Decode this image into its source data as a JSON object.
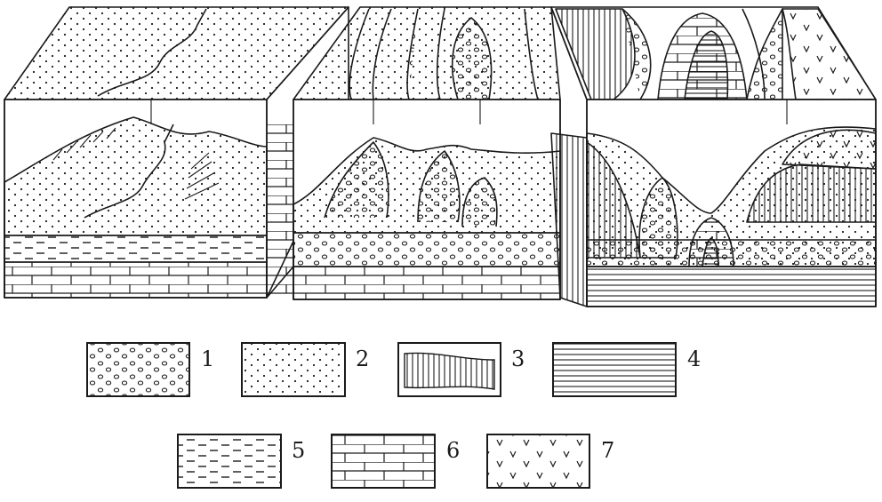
{
  "legend": [
    {
      "number": "1",
      "pattern": "circles"
    },
    {
      "number": "2",
      "pattern": "dots"
    },
    {
      "number": "3",
      "pattern": "vertical-lines"
    },
    {
      "number": "4",
      "pattern": "horizontal-lines"
    },
    {
      "number": "5",
      "pattern": "dashes"
    },
    {
      "number": "6",
      "pattern": "bricks"
    },
    {
      "number": "7",
      "pattern": "v-marks"
    }
  ],
  "colors": {
    "ink": "#1a1a1a",
    "paper": "#ffffff"
  }
}
